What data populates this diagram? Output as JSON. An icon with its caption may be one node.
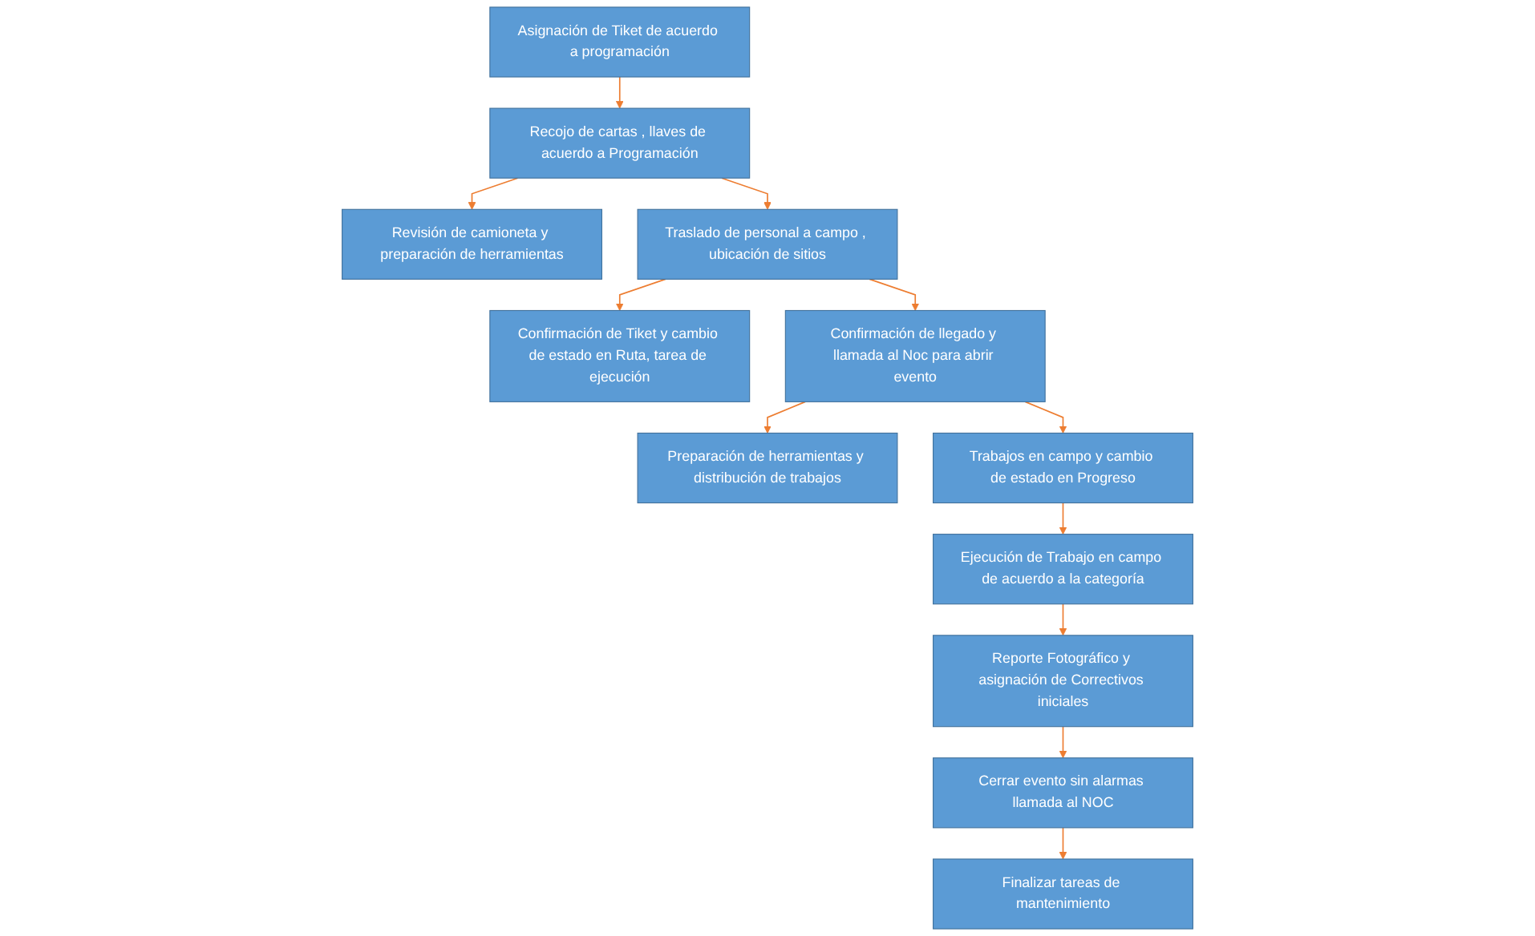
{
  "diagram": {
    "nodes": [
      {
        "text": [
          "Asignación de Tiket de acuerdo a programación"
        ]
      },
      {
        "text": [
          "Recojo de cartas , llaves de acuerdo a Programación"
        ]
      },
      {
        "text": [
          "Revisión de camioneta y preparación de herramientas"
        ]
      },
      {
        "text": [
          "Reporte Fotográfico y asignación de Correctivos iniciales"
        ]
      },
      {
        "text": [
          "Traslado de personal a campo , ubicación de sitios"
        ]
      },
      {
        "text": [
          "Confirmación de Tiket y cambio de estado en Ruta, tarea de ejecución"
        ]
      },
      {
        "text": [
          "Cerrar evento sin alarmas llamada al NOC"
        ]
      },
      {
        "text": [
          "Confirmación de llegado y llamada al Noc para abrir evento"
        ]
      },
      {
        "text": [
          "Preparación de herramientas y distribución de trabajos"
        ]
      },
      {
        "text": [
          "Finalizar tareas de mantenimiento"
        ]
      },
      {
        "text": [
          "Trabajos en campo y cambio de estado en Progreso"
        ]
      },
      {
        "text": [
          "Ejecución de Trabajo en campo de acuerdo a la categoría"
        ]
      }
    ],
    "edges": [
      {
        "from": 0,
        "to": 1,
        "arrow": "to"
      },
      {
        "from": 1,
        "to": 2,
        "arrow": "to"
      },
      {
        "from": 1,
        "to": 4,
        "arrow": "to"
      },
      {
        "from": 4,
        "to": 5,
        "arrow": "to"
      },
      {
        "from": 4,
        "to": 7,
        "arrow": "to"
      },
      {
        "from": 7,
        "to": 8,
        "arrow": "to"
      },
      {
        "from": 7,
        "to": 10,
        "arrow": "to"
      },
      {
        "from": 10,
        "to": 11,
        "arrow": "to"
      },
      {
        "from": 11,
        "to": 3,
        "arrow": "to"
      },
      {
        "from": 3,
        "to": 6,
        "arrow": "to"
      },
      {
        "from": 6,
        "to": 9,
        "arrow": "to"
      }
    ]
  }
}
